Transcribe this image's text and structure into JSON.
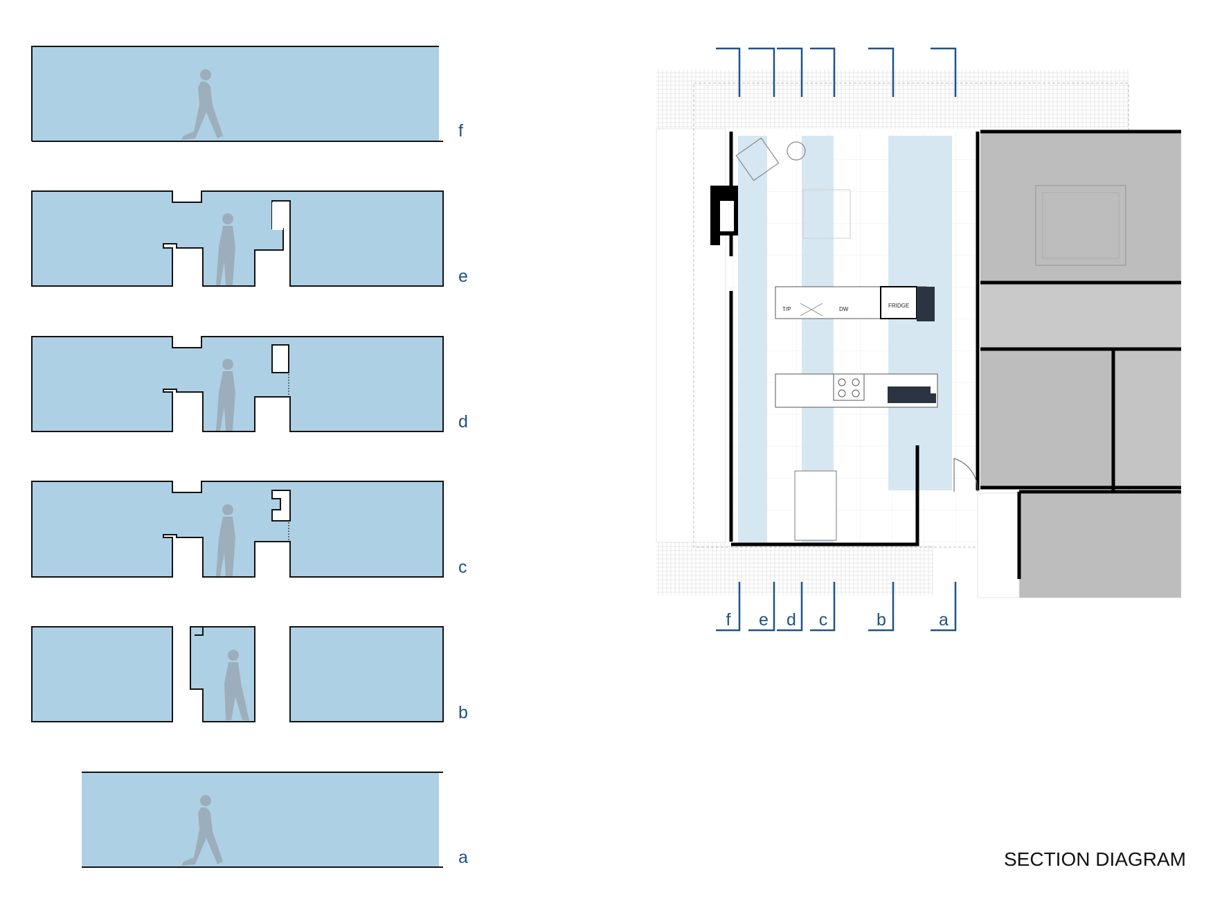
{
  "title": "SECTION DIAGRAM",
  "colors": {
    "section_fill": "#aed0e4",
    "section_stroke": "#111111",
    "plan_strip": "#cfe3f0",
    "bedroom_fill": "#bdbdbd",
    "accent": "#1d5286"
  },
  "sections": [
    {
      "id": "f",
      "label": "f"
    },
    {
      "id": "e",
      "label": "e"
    },
    {
      "id": "d",
      "label": "d"
    },
    {
      "id": "c",
      "label": "c"
    },
    {
      "id": "b",
      "label": "b"
    },
    {
      "id": "a",
      "label": "a"
    }
  ],
  "plan": {
    "cut_labels": [
      "f",
      "e",
      "d",
      "c",
      "b",
      "a"
    ],
    "room_labels": {
      "tp": "T/P",
      "dw": "DW",
      "fridge": "FRIDGE"
    }
  }
}
